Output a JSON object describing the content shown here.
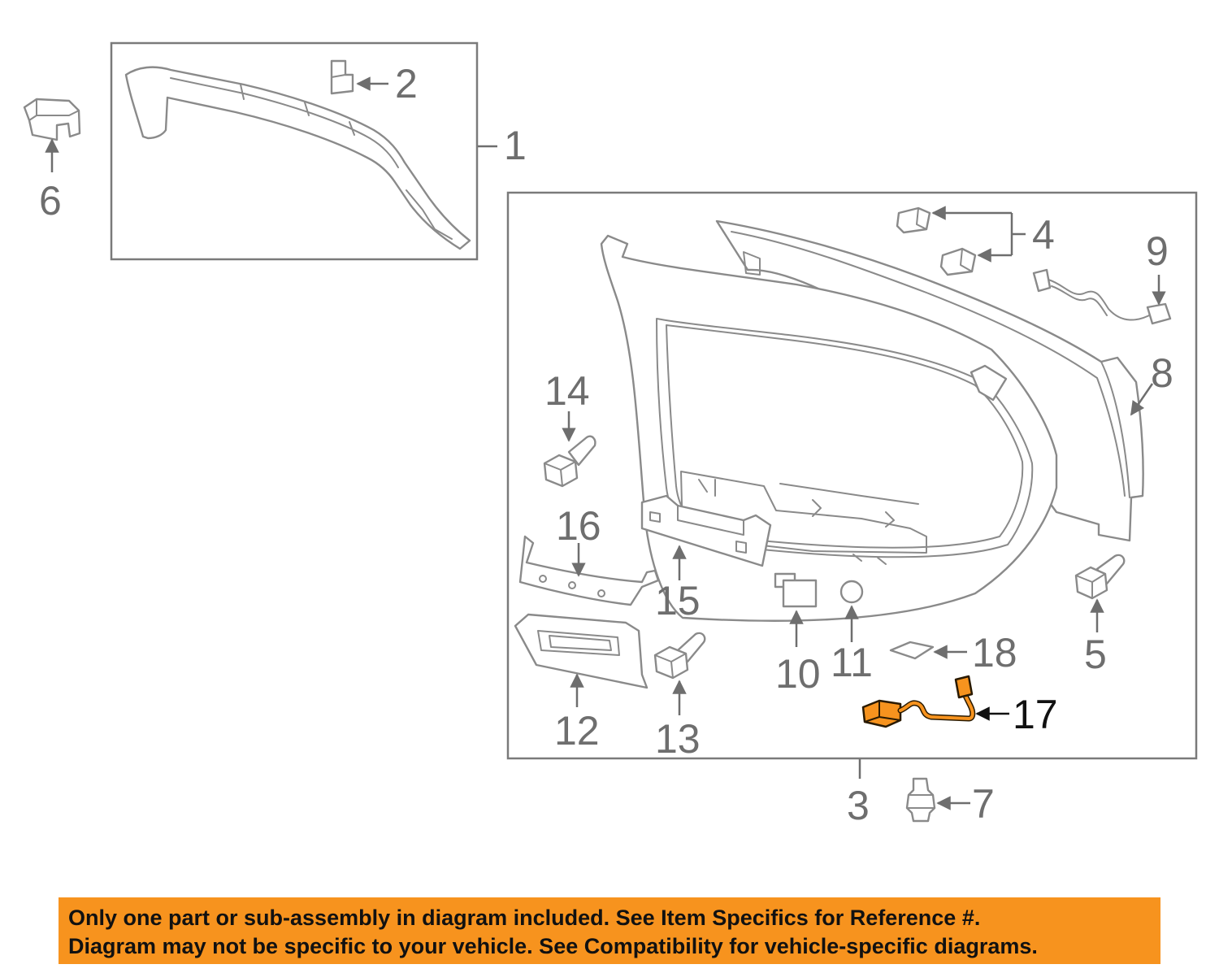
{
  "colors": {
    "banner_bg": "#f7931e",
    "highlight_part": "#f7931e",
    "line_gray": "#8a8a8a",
    "label_gray": "#6e6e6e"
  },
  "callouts": {
    "c1": "1",
    "c2": "2",
    "c3": "3",
    "c4": "4",
    "c5": "5",
    "c6": "6",
    "c7": "7",
    "c8": "8",
    "c9": "9",
    "c10": "10",
    "c11": "11",
    "c12": "12",
    "c13": "13",
    "c14": "14",
    "c15": "15",
    "c16": "16",
    "c17": "17",
    "c18": "18"
  },
  "highlighted_callout": "17",
  "banner": {
    "line1": "Only one part or sub-assembly in diagram included. See Item Specifics for Reference #.",
    "line2": "Diagram may not be specific to your vehicle. See Compatibility for vehicle-specific diagrams."
  }
}
